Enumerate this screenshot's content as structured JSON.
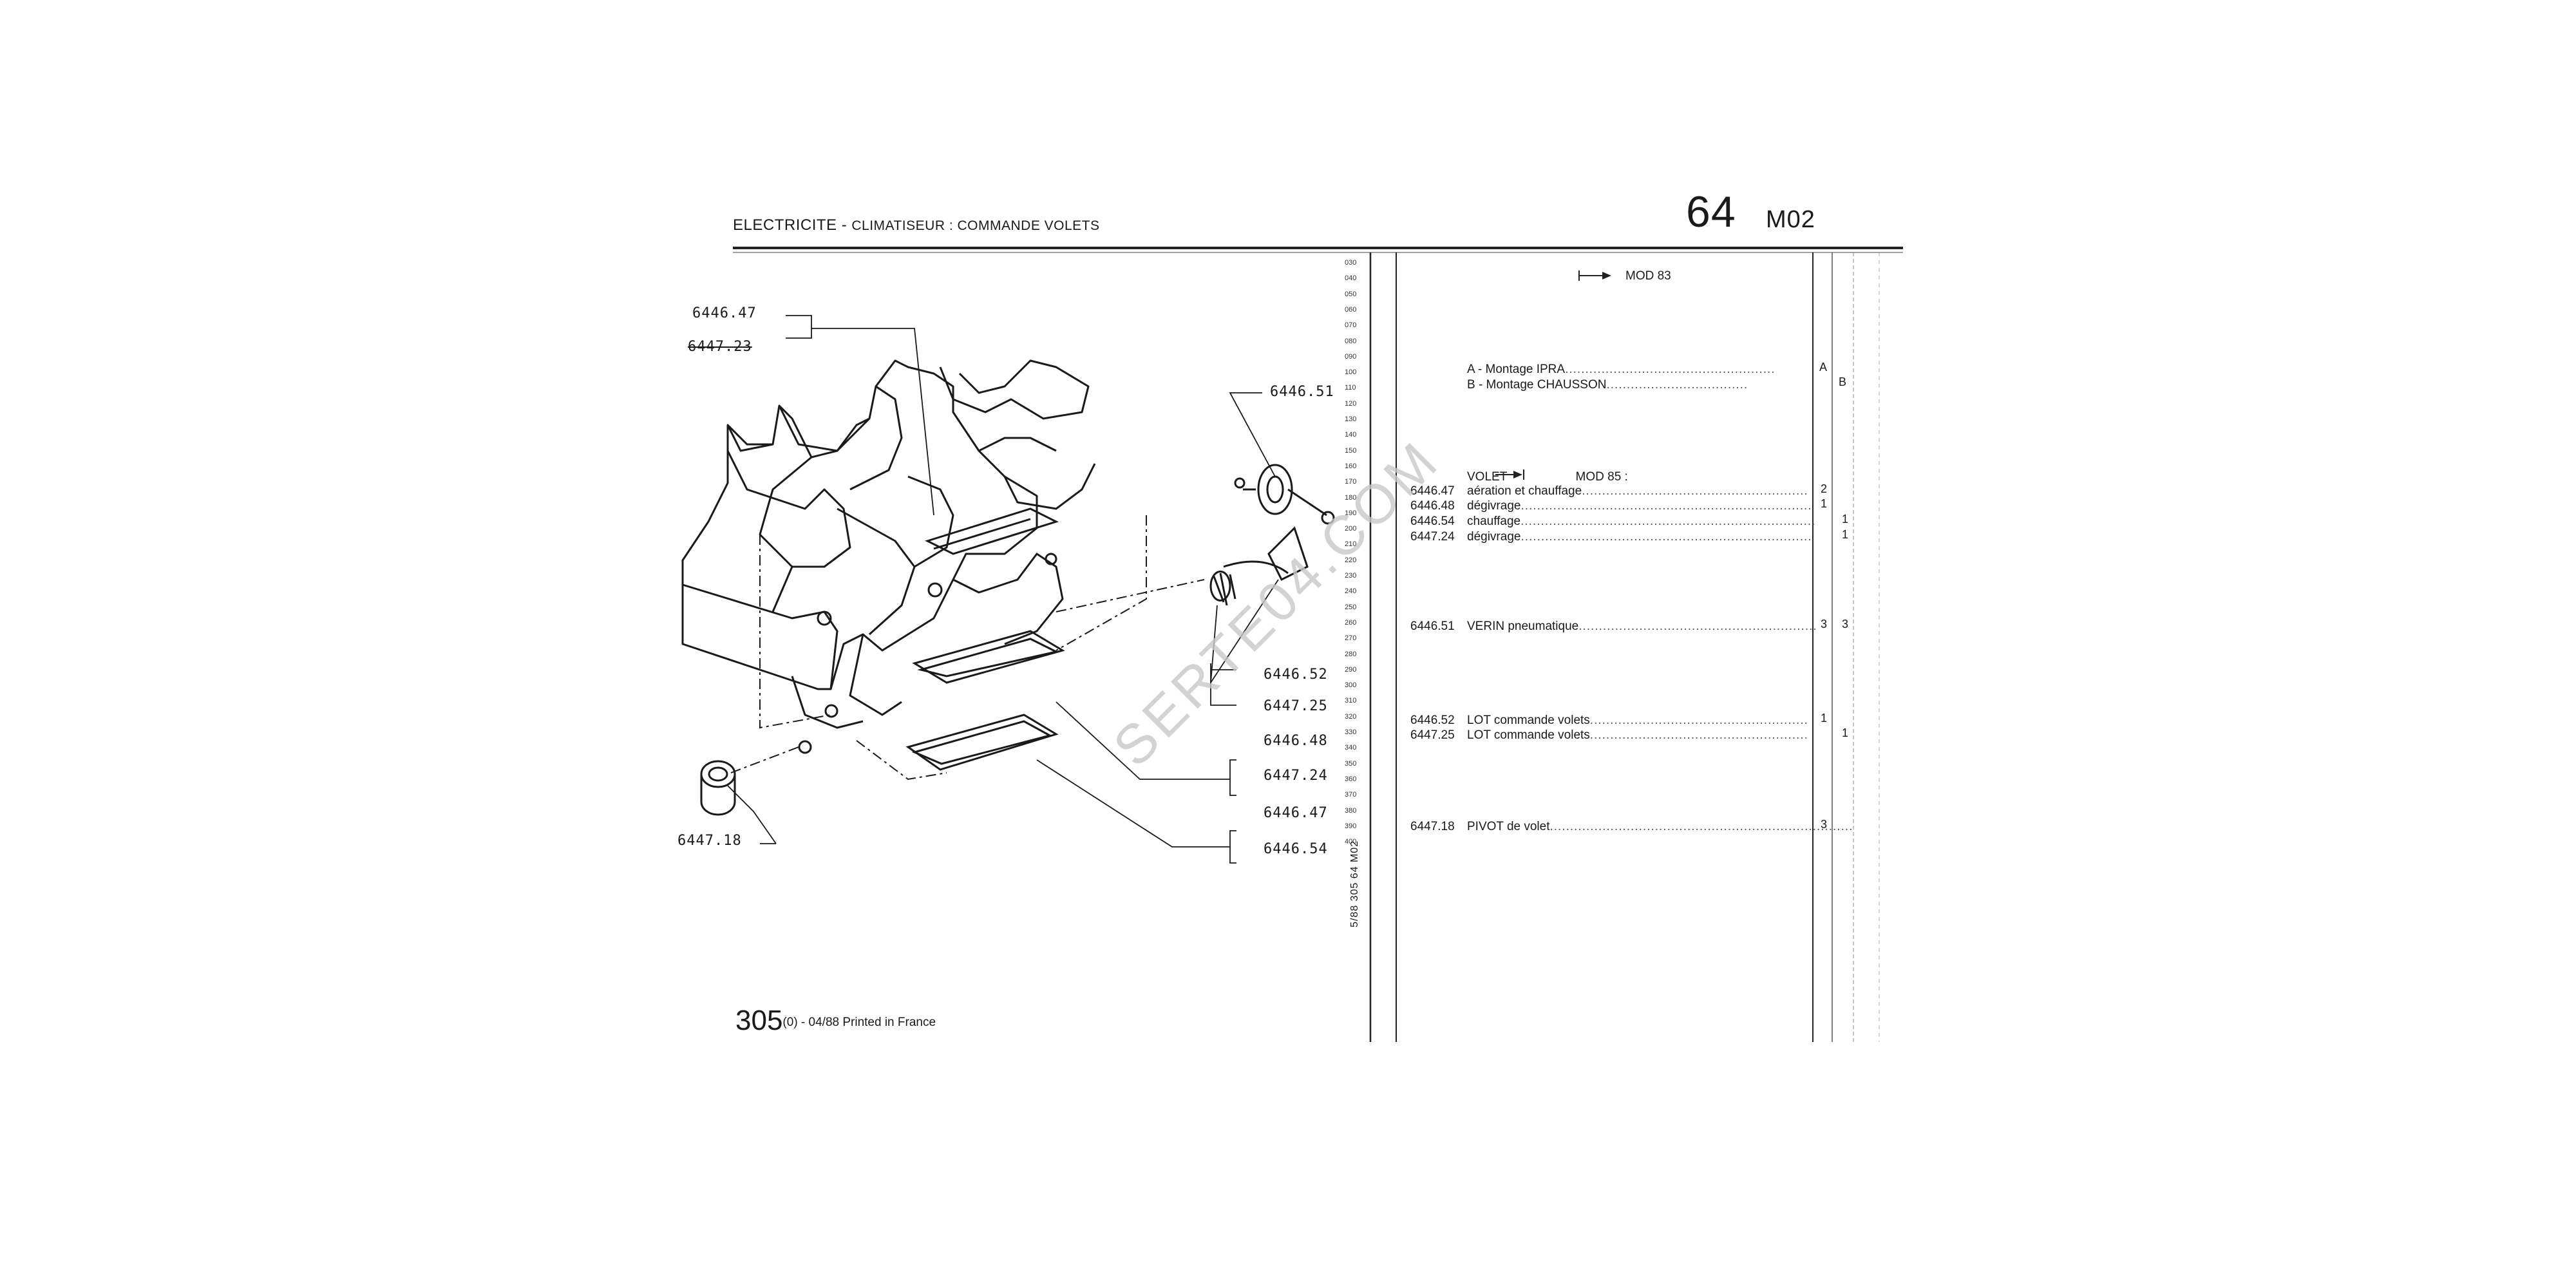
{
  "header": {
    "title_main": "ELECTRICITE -",
    "title_sub": "CLIMATISEUR : COMMANDE VOLETS",
    "page_number": "64",
    "page_code": "M02"
  },
  "footer": {
    "model": "305",
    "edition": "(0) - 04/88 Printed in France",
    "vertical_code": "5/88 305 64 M02"
  },
  "watermark": "SERTE04.COM",
  "line_ticks": [
    "030",
    "040",
    "050",
    "060",
    "070",
    "080",
    "090",
    "100",
    "110",
    "120",
    "130",
    "140",
    "150",
    "160",
    "170",
    "180",
    "190",
    "200",
    "210",
    "220",
    "230",
    "240",
    "250",
    "260",
    "270",
    "280",
    "290",
    "300",
    "310",
    "320",
    "330",
    "340",
    "350",
    "360",
    "370",
    "380",
    "390",
    "400"
  ],
  "diagram": {
    "callouts": [
      {
        "label": "6446.47",
        "strike": false
      },
      {
        "label": "6447.23",
        "strike": true
      },
      {
        "label": "6446.51",
        "strike": false
      },
      {
        "label": "6446.52",
        "strike": false
      },
      {
        "label": "6447.25",
        "strike": false
      },
      {
        "label": "6446.48",
        "strike": false
      },
      {
        "label": "6447.24",
        "strike": false
      },
      {
        "label": "6446.47",
        "strike": false
      },
      {
        "label": "6446.54",
        "strike": false
      },
      {
        "label": "6447.18",
        "strike": false
      }
    ]
  },
  "parts_list": {
    "mod_note": "MOD 83",
    "mountings": [
      {
        "text": "A - Montage IPRA",
        "col": "A"
      },
      {
        "text": "B - Montage CHAUSSON",
        "col": "B"
      }
    ],
    "volet_heading": "VOLET",
    "volet_mod": "MOD 85 :",
    "entries": [
      {
        "ref": "6446.47",
        "desc": "aération et chauffage",
        "qa": "2",
        "qb": ""
      },
      {
        "ref": "6446.48",
        "desc": "dégivrage",
        "qa": "1",
        "qb": ""
      },
      {
        "ref": "6446.54",
        "desc": "chauffage",
        "qa": "",
        "qb": "1"
      },
      {
        "ref": "6447.24",
        "desc": "dégivrage",
        "qa": "",
        "qb": "1"
      },
      {
        "ref": "6446.51",
        "desc": "VERIN pneumatique",
        "qa": "3",
        "qb": "3"
      },
      {
        "ref": "6446.52",
        "desc": "LOT commande volets",
        "qa": "1",
        "qb": ""
      },
      {
        "ref": "6447.25",
        "desc": "LOT commande volets",
        "qa": "",
        "qb": "1"
      },
      {
        "ref": "6447.18",
        "desc": "PIVOT de volet",
        "qa": "3",
        "qb": ""
      }
    ]
  }
}
